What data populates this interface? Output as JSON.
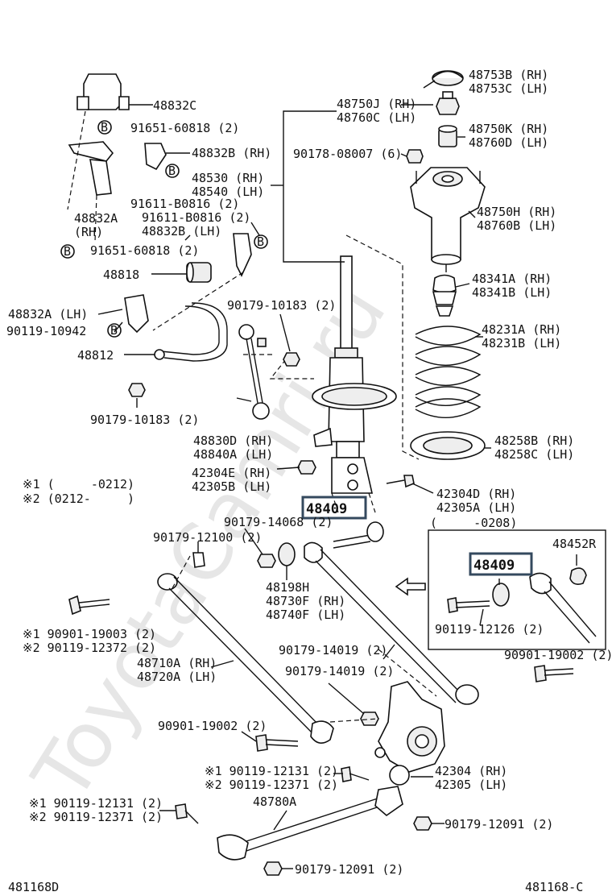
{
  "watermark": "ToyotaCamri.ru",
  "footer": {
    "left": "481168D",
    "right": "481168-C"
  },
  "legend": {
    "line1": "※1 (     -0212)",
    "line2": "※2 (0212-     )"
  },
  "inset": {
    "range": "(     -0208)"
  },
  "labels": {
    "l48753": [
      "48753B (RH)",
      "48753C (LH)"
    ],
    "l48750j": [
      "48750J (RH)",
      "48760C (LH)"
    ],
    "l48750k": [
      "48750K (RH)",
      "48760D (LH)"
    ],
    "l90178": [
      "90178-08007 (6)"
    ],
    "l48750h": [
      "48750H (RH)",
      "48760B (LH)"
    ],
    "l48341": [
      "48341A (RH)",
      "48341B (LH)"
    ],
    "l48231": [
      "48231A (RH)",
      "48231B (LH)"
    ],
    "l48258": [
      "48258B (RH)",
      "48258C (LH)"
    ],
    "l42304d": [
      "42304D (RH)",
      "42305A (LH)"
    ],
    "l48452": [
      "48452R"
    ],
    "l48832c": [
      "48832C"
    ],
    "l91651a": [
      "91651-60818 (2)"
    ],
    "l48832b": [
      "48832B (RH)"
    ],
    "l48530": [
      "48530 (RH)",
      "48540 (LH)"
    ],
    "l91611a": [
      "91611-B0816 (2)"
    ],
    "l48832a": [
      "48832A",
      "(RH)"
    ],
    "l91611b": [
      "91611-B0816 (2)"
    ],
    "l48832blh": [
      "48832B (LH)"
    ],
    "l91651b": [
      "91651-60818 (2)"
    ],
    "l48818": [
      "48818"
    ],
    "l48832alh": [
      "48832A (LH)"
    ],
    "l90119_10942": [
      "90119-10942"
    ],
    "l48812": [
      "48812"
    ],
    "l90179_10183a": [
      "90179-10183 (2)"
    ],
    "l90179_10183b": [
      "90179-10183 (2)"
    ],
    "l48830": [
      "48830D (RH)",
      "48840A (LH)"
    ],
    "l42304e": [
      "42304E (RH)",
      "42305B (LH)"
    ],
    "l90179_14068": [
      "90179-14068 (2)"
    ],
    "l90179_12100": [
      "90179-12100 (2)"
    ],
    "l48198": [
      "48198H",
      "48730F (RH)",
      "48740F (LH)"
    ],
    "l90901_19003": [
      "※1 90901-19003 (2)",
      "※2 90119-12372 (2)"
    ],
    "l90119_12126": [
      "90119-12126 (2)"
    ],
    "l90901_19002a": [
      "90901-19002 (2)"
    ],
    "l90179_14019a": [
      "90179-14019 (2)"
    ],
    "l48710": [
      "48710A (RH)",
      "48720A (LH)"
    ],
    "l90179_14019b": [
      "90179-14019 (2)"
    ],
    "l90901_19002b": [
      "90901-19002 (2)"
    ],
    "l90119_12131a": [
      "※1 90119-12131 (2)",
      "※2 90119-12371 (2)"
    ],
    "l42304": [
      "42304 (RH)",
      "42305 (LH)"
    ],
    "l48780": [
      "48780A"
    ],
    "l90119_12131b": [
      "※1 90119-12131 (2)",
      "※2 90119-12371 (2)"
    ],
    "l90179_12091a": [
      "90179-12091 (2)"
    ],
    "l90179_12091b": [
      "90179-12091 (2)"
    ]
  },
  "highlighted": {
    "main": "48409",
    "inset": "48409"
  },
  "bolt_marker": "B"
}
